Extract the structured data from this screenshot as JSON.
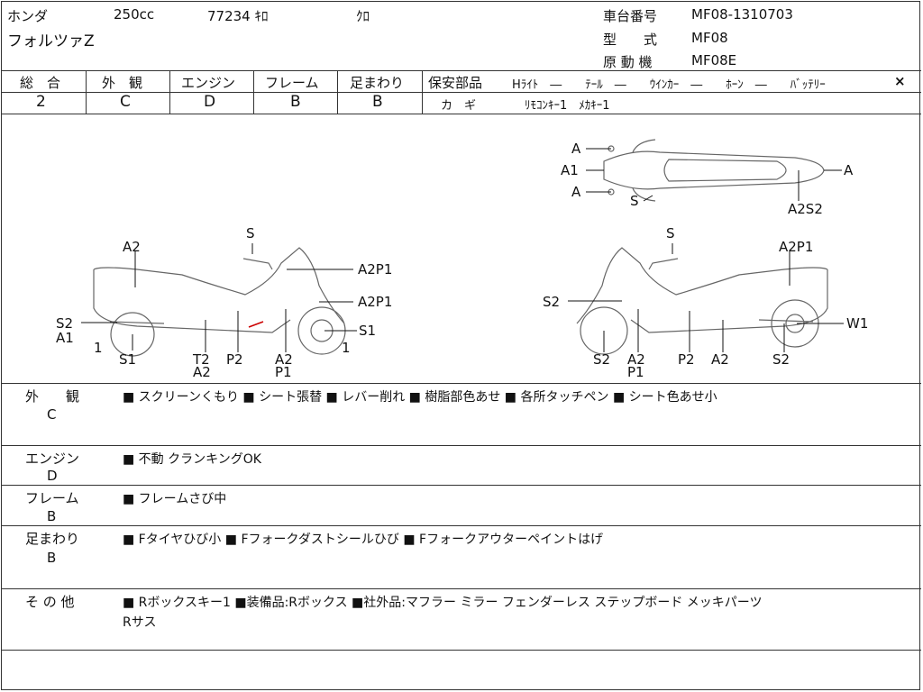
{
  "header": {
    "maker": "ホンダ",
    "displacement": "250cc",
    "mileage": "77234 ｷﾛ",
    "color": "ｸﾛ",
    "model_name": "フォルツァZ",
    "frame_no_label": "車台番号",
    "frame_no": "MF08-1310703",
    "type_label": "型　　式",
    "type_value": "MF08",
    "engine_label": "原 動 機",
    "engine_value": "MF08E"
  },
  "grades": [
    {
      "label": "総　合",
      "value": "2"
    },
    {
      "label": "外　観",
      "value": "C"
    },
    {
      "label": "エンジン",
      "value": "D"
    },
    {
      "label": "フレーム",
      "value": "B"
    },
    {
      "label": "足まわり",
      "value": "B"
    }
  ],
  "safety": {
    "label": "保安部品",
    "items": "Hﾗｲﾄ　―　　ﾃｰﾙ　―　　ｳｲﾝｶｰ　―　　ﾎｰﾝ　―　　ﾊﾞｯﾃﾘｰ",
    "battery_mark": "×",
    "key_label": "カ　ギ",
    "key_value": "ﾘﾓｺﾝｷｰ1　ﾒｶｷｰ1"
  },
  "diagram": {
    "top": [
      "A",
      "A1",
      "A",
      "S",
      "A",
      "A2S2"
    ],
    "left": [
      "A2",
      "S",
      "A2P1",
      "A2P1",
      "S2",
      "A1",
      "1",
      "S1",
      "S1",
      "1",
      "T2",
      "A2",
      "P2",
      "A2",
      "P1"
    ],
    "right": [
      "S",
      "A2P1",
      "S2",
      "W1",
      "S2",
      "A2",
      "P1",
      "P2",
      "A2",
      "S2"
    ]
  },
  "notes": [
    {
      "label": "外　　観",
      "grade": "C",
      "text": "■ スクリーンくもり ■ シート張替 ■ レバー削れ ■ 樹脂部色あせ ■ 各所タッチペン ■ シート色あせ小"
    },
    {
      "label": "エンジン",
      "grade": "D",
      "text": "■ 不動 クランキングOK"
    },
    {
      "label": "フレーム",
      "grade": "B",
      "text": "■ フレームさび中"
    },
    {
      "label": "足まわり",
      "grade": "B",
      "text": "■ Fタイヤひび小 ■ Fフォークダストシールひび ■ Fフォークアウターペイントはげ"
    },
    {
      "label": "そ の 他",
      "grade": "",
      "text": "■ Rボックスキー1 ■装備品:Rボックス ■社外品:マフラー ミラー フェンダーレス ステップボード メッキパーツ",
      "text2": "Rサス"
    }
  ]
}
